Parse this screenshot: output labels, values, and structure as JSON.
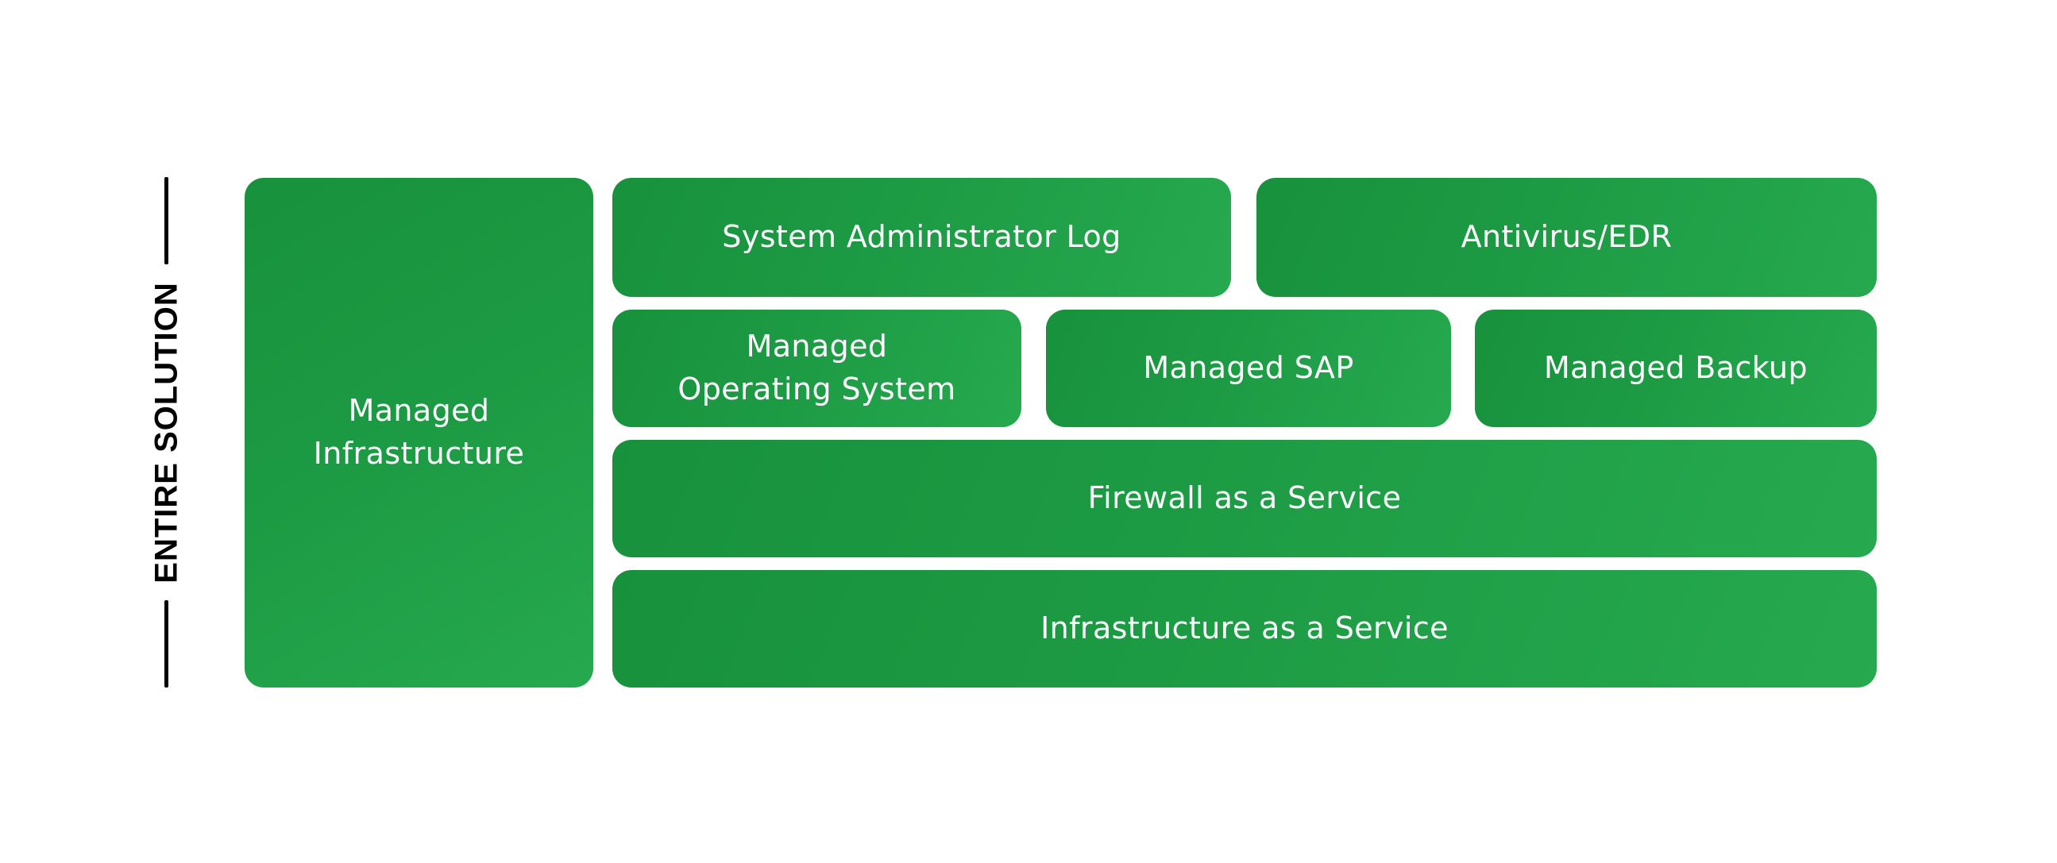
{
  "diagram": {
    "side_label": "ENTIRE SOLUTION",
    "colors": {
      "background": "#ffffff",
      "rail_black": "#000000",
      "block_green_dark": "#18913c",
      "block_green": "#1d9b44",
      "block_green_light": "#26a94f",
      "block_label_text": "#ffffff"
    },
    "blocks": [
      {
        "id": "managed-infrastructure",
        "lines": [
          "Managed",
          "Infrastructure"
        ]
      },
      {
        "id": "system-administrator-log",
        "lines": [
          "System Administrator Log"
        ]
      },
      {
        "id": "antivirus-edr",
        "lines": [
          "Antivirus/EDR"
        ]
      },
      {
        "id": "managed-operating-system",
        "lines": [
          "Managed",
          "Operating System"
        ]
      },
      {
        "id": "managed-sap",
        "lines": [
          "Managed SAP"
        ]
      },
      {
        "id": "managed-backup",
        "lines": [
          "Managed Backup"
        ]
      },
      {
        "id": "firewall-as-a-service",
        "lines": [
          "Firewall as a Service"
        ]
      },
      {
        "id": "infrastructure-as-a-service",
        "lines": [
          "Infrastructure as a Service"
        ]
      }
    ]
  }
}
